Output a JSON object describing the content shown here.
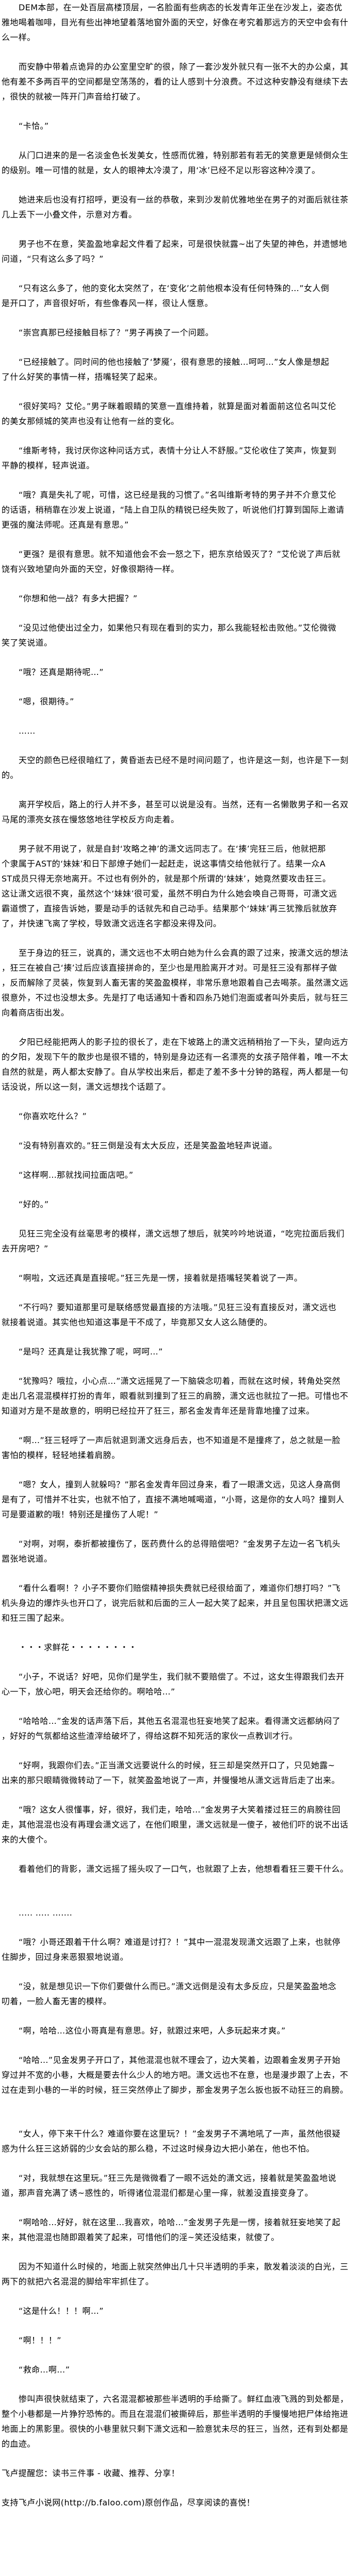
{
  "paragraphs": [
    [
      "DEM本部，在一处百层高楼顶层，一名脸面有些病态的长发青年正坐在沙发上，姿态优",
      "雅地喝着咖啡，目光有些出神地望着落地窗外面的天空，好像在考究着那远方的天空中会有什",
      "么一样。"
    ],
    [
      "而安静中带着点诡异的办公室里空旷的很，除了一套沙发外就只有一张不大的办公桌，其",
      "他有差不多两百平的空间都是空荡荡的，看的让人感到十分浪费。不过这种安静没有继续下去",
      "，很快的就被一阵开门声音给打破了。"
    ],
    [
      "“卡恰。”"
    ],
    [
      "从门口进来的是一名淡金色长发美女，性感而优雅，特别那若有若无的笑意更是倾倒众生",
      "的级别。唯一可惜的就是，女人的眼神太冷漠了，用‘冰’已经不足以形容这种冷漠了。"
    ],
    [
      "她进来后也没有打招呼，更没有一丝的恭敬，来到沙发前优雅地坐在男子的对面后就往茶",
      "几上丢下一小叠文件，示意对方看。"
    ],
    [
      "男子也不在意，笑盈盈地拿起文件看了起来，可是很快就露~出了失望的神色，并遗憾地",
      "问道，“只有这么多了吗？”"
    ],
    [
      "“只有这么多了，他的变化太突然了，在‘变化’之前他根本没有任何特殊的…”女人倒",
      "是开口了，声音很好听，有些像春风一样，很让人惬意。"
    ],
    [
      "“崇宫真那已经接触目标了？”男子再换了一个问题。"
    ],
    [
      "“已经接触了。同时间的他也接触了‘梦魇’，很有意思的接触…呵呵…”女人像是想起",
      "了什么好笑的事情一样，捂嘴轻笑了起来。"
    ],
    [
      "“很好笑吗？艾伦。”男子眯着眼睛的笑意一直维持着，就算是面对着面前这位名叫艾伦",
      "的美女那倾城的笑声也没有让他有一丝的变化。"
    ],
    [
      "“维斯考特，我讨厌你这种问话方式，表情十分让人不舒服。”艾伦收住了笑声，恢复到",
      "平静的模样，轻声说道。"
    ],
    [
      "“哦？真是失礼了呢，可惜，这已经是我的习惯了。”名叫维斯考特的男子并不介意艾伦",
      "的话语，稍稍靠在沙发上说道，“陆上自卫队的精锐已经失败了，听说他们打算到国际上邀请",
      "更强的魔法师呢。还真是有意思。”"
    ],
    [
      "“更强？是很有意思。就不知道他会不会一怒之下，把东京给毁灭了？”艾伦说了声后就",
      "饶有兴致地望向外面的天空，好像很期待一样。"
    ],
    [
      "“你想和他一战？有多大把握？”"
    ],
    [
      "“没见过他使出过全力，如果他只有现在看到的实力，那么我能轻松击败他。”艾伦微微",
      "笑了笑说道。"
    ],
    [
      "“哦？还真是期待呢…”"
    ],
    [
      "“嗯，很期待。”"
    ],
    [
      "……"
    ],
    [
      "天空的颜色已经很暗红了，黄昏逝去已经不是时间问题了，也许是这一刻，也许是下一刻",
      "的。"
    ],
    [
      "离开学校后，路上的行人并不多，甚至可以说是没有。当然，还有一名懒散男子和一名双",
      "马尾的漂亮女孩在慢悠悠地往学校反方向走着。"
    ],
    [
      "男子就不用说了，就是自封‘攻略之神’的潇文远同志了。在‘揍’完狂三后，他就把那",
      "个隶属于AST的‘妹妹’和日下部燎子她们一起赶走，说这事情交给他就行了。结果一众A",
      "ST成员只得无奈地离开。不过也有例外的，就是那个所谓的‘妹妹’，她竟然要攻击狂三。",
      "这让潇文远很不爽，虽然这个‘妹妹’很可爱，虽然不明白为什么她会唤自己哥哥，可潇文远",
      "霸道惯了，直接告诉她，要是动手的话就先和自己动手。结果那个‘妹妹’再三犹豫后就放弃",
      "了，并快速飞离了学校，导致潇文远连名字都没来得及问。"
    ],
    [
      "至于身边的狂三，说真的，潇文远也不太明白她为什么会真的跟了过来，按潇文远的想法",
      "，狂三在被自己‘揍’过后应该直接拼命的，至少也是甩脸离开才对。可是狂三没有那样子做",
      "，反而解除了灵装，恢复到人畜无害的笑盈盈模样，非常乐意地跟着自己去喝茶。虽然潇文远",
      "很意外，不过也没想太多。先是打了电话通知十香和四糸乃她们泡面或者叫外卖后，就与狂三",
      "向着商店街出发。"
    ],
    [
      "夕阳已经能把两人的影子拉的很长了，走在下坡路上的潇文远稍稍抬了一下头，望向远方",
      "的夕阳，发现下午的散步也是很不错的，特别是身边还有一名漂亮的女孩子陪伴着，唯一不太",
      "自然的就是，两人都太安静了。自从学校出来后，都走了差不多十分钟的路程，两人都是一句",
      "话没说，所以这一刻，潇文远想找个话题了。"
    ],
    [
      "“你喜欢吃什么？”"
    ],
    [
      "“没有特别喜欢的。”狂三倒是没有太大反应，还是笑盈盈地轻声说道。"
    ],
    [
      "“这样啊…那就找间拉面店吧。”"
    ],
    [
      "“好的。”"
    ],
    [
      "见狂三完全没有丝毫思考的模样，潇文远想了想后，就笑吟吟地说道，“吃完拉面后我们",
      "去开房吧？”"
    ],
    [
      "“啊啦，文远还真是直接呢。”狂三先是一愣，接着就是捂嘴轻笑着说了一声。"
    ],
    [
      "“不行吗？要知道那里可是联络感觉最直接的方法哦。”见狂三没有直接反对，潇文远也",
      "就接着说道。其实他也知道这事是干不成了，毕竟那又女人这么随便的。"
    ],
    [
      "“是吗？还真是让我犹豫了呢，呵呵…”"
    ],
    [
      "“犹豫吗？哦拉，小心点…”潇文远摇晃了一下脑袋念叨着，而就在这时候，转角处突然",
      "走出几名混混模样打扮的青年，眼看就到撞到了狂三的肩膀，潇文远也就拉了一把。可惜也不",
      "知道对方是不是故意的，明明已经拉开了狂三，那名金发青年还是背靠地撞了过来。"
    ],
    [
      "“啊…”狂三轻呼了一声后就退到潇文远身后去，也不知道是不是撞疼了，总之就是一脸",
      "害怕的模样，轻轻地揉着肩膀。"
    ],
    [
      "“嗯？女人，撞到人就躲吗？”那名金发青年回过身来，看了一眼潇文远，见这人身高倒",
      "是有了，可惜并不壮实，也就不怕了，直接不满地喊喝道，“小哥，这是你的女人吗？撞到人",
      "可是要道歉的哦！特别还是撞伤了人呢！”"
    ],
    [
      "“对啊，对啊，泰折都被撞伤了，医药费什么的总得赔偿吧？”金发男子左边一名飞机头",
      "嚣张地说道。"
    ],
    [
      "“看什么看啊！？小子不要你们赔偿精神损失费就已经很给面了，难道你们想打吗？”飞",
      "机头身边的爆炸头也开口了，说完后就和后面的三人一起大笑了起来，并且呈包围状把潇文远",
      "和狂三围了起来。"
    ],
    [
      "・・・求鲜花・・・・・・・・"
    ],
    [
      "“小子，不说话？好吧，见你们是学生，我们就不要赔偿了。不过，这女生得跟我们去开",
      "心一下，放心吧，明天会还给你的。啊哈哈…”"
    ],
    [
      "“哈哈哈…”金发的话声落下后，其他五名混混也狂妄地笑了起来。看得潇文远都纳闷了",
      "，好好的气氛都给这些渣滓给破坏了，得给这群不知死活的家伙一点教训才行。"
    ],
    [
      "“好啊，我跟你们去。”正当潇文远要说什么的时候，狂三却是突然开口了，只见她露~",
      "出来的那只眼睛微微转动了一下，就笑盈盈地说了一声，并慢慢地从潇文远背后走了出来。"
    ],
    [
      "“哦？这女人很懂事，好，很好，我们走，哈哈…”金发男子大笑着搂过狂三的肩膀往回",
      "走，其他混混也没有再理会潇文远了，在他们眼里，潇文远就是一傻子，被他们吓的说不出话",
      "来的大傻个。"
    ],
    [
      "看着他们的背影，潇文远摇了摇头叹了一口气，也就跟了上去，他想看看狂三要干什么。"
    ],
    [
      "..... ..... ......."
    ],
    [
      "“哦？小哥还跟着干什么啊？难道是讨打？！”其中一混混发现潇文远跟了上来，也就停",
      "住脚步，回过身来恶狠狠地说道。"
    ],
    [
      "“没，就是想见识一下你们要做什么而已。”潇文远倒是没有太多反应，只是笑盈盈地念",
      "叨着，一脸人畜无害的模样。"
    ],
    [
      "“啊，哈哈…这位小哥真是有意思。好，就跟过来吧，人多玩起来才爽。”"
    ],
    [
      "“哈哈…”见金发男子开口了，其他混混也就不理会了，边大笑着，边跟着金发男子开始",
      "穿过并不宽的小巷，大概是要去什么少人的地方吧。潇文远也不在意，也是漫步跟了上去，不",
      "过在走到小巷的一半的时候，狂三突然停止了脚步，那金发男子怎么扳也扳不动狂三的肩膀。"
    ],
    [
      "“女人，停下来干什么？难道你要在这里玩？！”金发男子不满地吼了一声，虽然他很疑",
      "惑为什么狂三这娇弱的少女会站的那么稳，不过这时候身边大把小弟在，他也不怕。"
    ],
    [
      "“对，我就想在这里玩。”狂三先是微微看了一眼不远处的潇文远，接着就是笑盈盈地说",
      "道，那声音充满了诱~惑性的，听得诸位混混们都是心里一痒，就差没直接变身了。"
    ],
    [
      "“啊哈哈…好好，就在这里…我喜欢，哈哈…”金发男子先是一愣，接着就狂妄地笑了起",
      "来，其他混混也随即跟着笑了起来，可惜他们的淫~笑还没结束，就傻了。"
    ],
    [
      "因为不知道什么时候的，地面上就突然伸出几十只半透明的手来，散发着淡淡的白光，三",
      "两下的就把六名混混的脚给牢牢抓住了。"
    ],
    [
      "“这是什么！！！啊…”"
    ],
    [
      "“啊！！！”"
    ],
    [
      "“救命…啊…”"
    ],
    [
      "惨叫声很快就结束了，六名混混都被那些半透明的手给撕了。鲜红血液飞溅的到处都是，",
      "整个小巷都是一片狰狞恐怖的。而且在混混们被撕碎后，那些半透明的手慢慢地把尸体给拖进",
      "地面上的黑影里。很快的小巷里就只剩下潇文远和一脸意犹未尽的狂三，当然，还有到处都是",
      "的血迹。"
    ]
  ],
  "footer": {
    "reminder": "飞卢提醒您：读书三件事 - 收藏、推荐、分享！",
    "support": "支持飞卢小说网(http://b.faloo.com)原创作品，尽享阅读的喜悦！"
  }
}
